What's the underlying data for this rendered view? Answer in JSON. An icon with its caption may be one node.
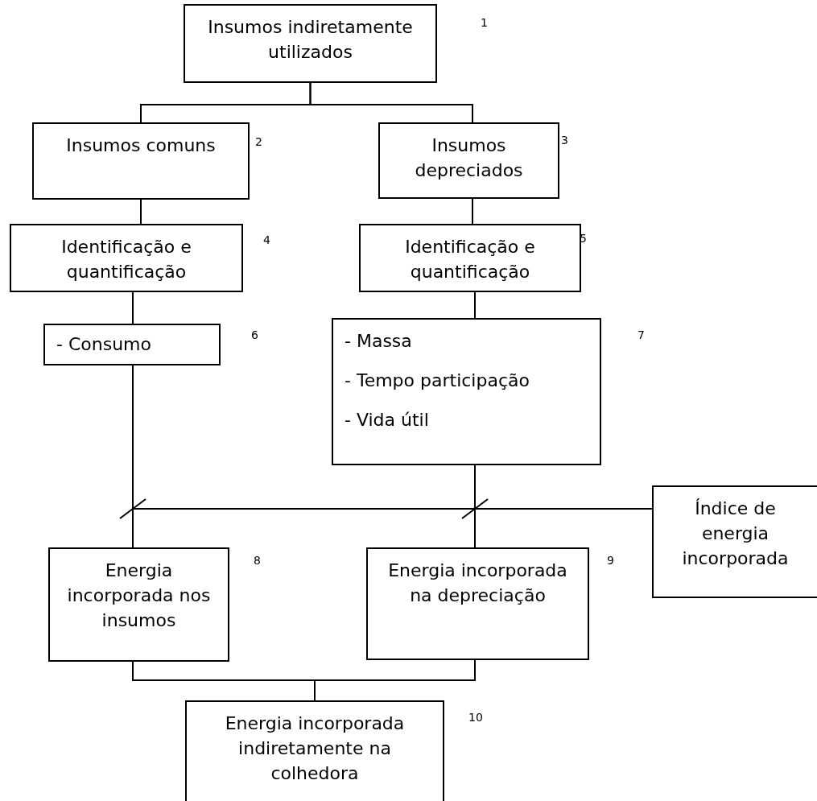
{
  "diagram": {
    "nodes": [
      {
        "text": [
          "Insumos indiretamente utilizados"
        ],
        "beside": [
          "1"
        ]
      },
      {
        "text": [
          "Insumos comuns"
        ],
        "beside": [
          "2"
        ]
      },
      {
        "text": [
          "Insumos depreciados"
        ],
        "beside": [
          "3"
        ]
      },
      {
        "text": [
          "Identificação e quantificação"
        ],
        "beside": [
          "4"
        ]
      },
      {
        "text": [
          "Identificação e quantificação"
        ],
        "beside": [
          "5"
        ]
      },
      {
        "text": [
          "- Consumo"
        ],
        "beside": [
          "6"
        ]
      },
      {
        "text": [
          "- Massa",
          "- Tempo participação",
          "- Vida útil"
        ],
        "beside": [
          "7"
        ]
      },
      {
        "text": [
          "Energia incorporada nos insumos"
        ],
        "beside": [
          "8"
        ]
      },
      {
        "text": [
          "Energia incorporada na depreciação"
        ],
        "beside": [
          "9"
        ]
      },
      {
        "text": [
          "Energia incorporada indiretamente na colhedora"
        ],
        "beside": [
          "10"
        ]
      },
      {
        "text": [
          "Índice de energia incorporada"
        ]
      }
    ],
    "edges": [
      {
        "from": 0,
        "to": 1,
        "arrow": "none"
      },
      {
        "from": 0,
        "to": 2,
        "arrow": "none"
      },
      {
        "from": 1,
        "to": 3,
        "arrow": "none"
      },
      {
        "from": 2,
        "to": 4,
        "arrow": "none"
      },
      {
        "from": 3,
        "to": 5,
        "arrow": "none"
      },
      {
        "from": 4,
        "to": 6,
        "arrow": "none"
      },
      {
        "from": 5,
        "to": 7,
        "arrow": "none"
      },
      {
        "from": 6,
        "to": 8,
        "arrow": "none"
      },
      {
        "from": 10,
        "to": 7,
        "arrow": "none"
      },
      {
        "from": 10,
        "to": 8,
        "arrow": "none"
      },
      {
        "from": 7,
        "to": 9,
        "arrow": "none"
      },
      {
        "from": 8,
        "to": 9,
        "arrow": "none"
      }
    ]
  }
}
